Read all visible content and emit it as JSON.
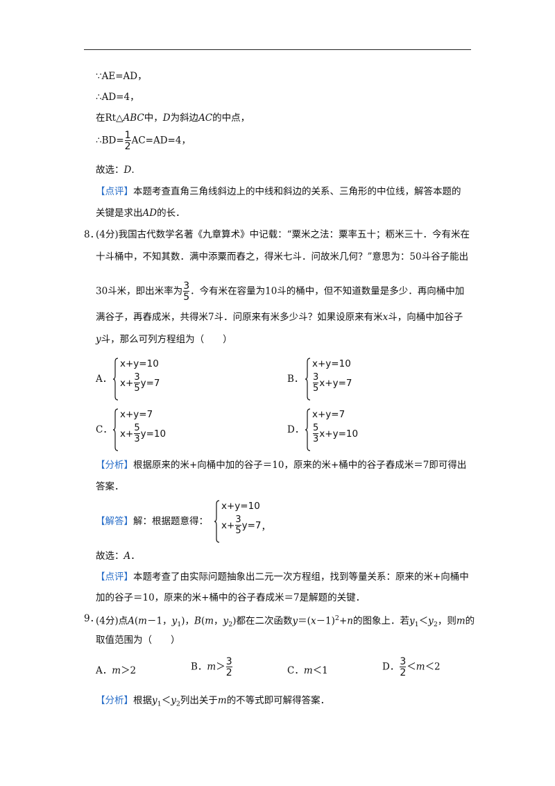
{
  "lines": {
    "l1": "∵AE=AD，",
    "l2": "∴AD=4，",
    "l3_a": "在Rt△",
    "l3_b": "ABC",
    "l3_c": "中，",
    "l3_d": "D",
    "l3_e": "为斜边",
    "l3_f": "AC",
    "l3_g": "的中点，",
    "l4_a": "∴BD=",
    "l4_num": "1",
    "l4_den": "2",
    "l4_b": "AC=AD=4，",
    "l5_a": "故选：",
    "l5_b": "D",
    "l5_c": ".",
    "l6_tag": "【点评】",
    "l6_text": "本题考查直角三角线斜边上的中线和斜边的关系、三角形的中位线，解答本题的",
    "l7_a": "关键是求出",
    "l7_b": "AD",
    "l7_c": "的长．"
  },
  "q8": {
    "number": "8．",
    "l1": "(4分)我国古代数学名著《九章算术》中记载：“粟米之法：粟率五十；粝米三十．今有米在",
    "l2": "十斗桶中，不知其数．满中添粟而舂之，得米七斗．问故米几何？”意思为：50斗谷子能出",
    "l3_a": "30斗米，即出米率为",
    "l3_num": "3",
    "l3_den": "5",
    "l3_b": "．今有米在容量为10斗的桶中，但不知道数量是多少．再向桶中加",
    "l4_a": "满谷子，再舂成米，共得米7斗．问原来有米多少斗？如果设原来有米",
    "l4_x": "x",
    "l4_b": "斗，向桶中加谷子",
    "l5_y": "y",
    "l5_b": "斗，那么可列方程组为（　　）",
    "options": {
      "A_label": "A．",
      "A_eq1": "x+y=10",
      "A_eq2_pre": "x+",
      "A_eq2_num": "3",
      "A_eq2_den": "5",
      "A_eq2_post": "y=7",
      "B_label": "B．",
      "B_eq1": "x+y=10",
      "B_eq2_num": "3",
      "B_eq2_den": "5",
      "B_eq2_post": "x+y=7",
      "C_label": "C．",
      "C_eq1": "x+y=7",
      "C_eq2_pre": "x+",
      "C_eq2_num": "5",
      "C_eq2_den": "3",
      "C_eq2_post": "y=10",
      "D_label": "D．",
      "D_eq1": "x+y=7",
      "D_eq2_num": "5",
      "D_eq2_den": "3",
      "D_eq2_post": "x+y=10"
    },
    "analysis_tag": "【分析】",
    "analysis_l1": "根据原来的米+向桶中加的谷子＝10，原来的米+桶中的谷子舂成米＝7即可得出",
    "analysis_l2": "答案．",
    "solution_tag": "【解答】",
    "solution_text": "解：根据题意得：",
    "sol_eq1": "x+y=10",
    "sol_eq2_pre": "x+",
    "sol_eq2_num": "3",
    "sol_eq2_den": "5",
    "sol_eq2_post": "y=7",
    "sol_tail": "，",
    "choice_a": "故选：",
    "choice_b": "A",
    "choice_c": "．",
    "comment_tag": "【点评】",
    "comment_l1": "本题考查了由实际问题抽象出二元一次方程组，找到等量关系：原来的米+向桶中",
    "comment_l2": "加的谷子＝10，原来的米+桶中的谷子舂成米＝7是解题的关键．"
  },
  "q9": {
    "number": "9．",
    "l1_a": "(4分)点",
    "l1_A": "A",
    "l1_b": "(",
    "l1_m1": "m",
    "l1_c": "－1，",
    "l1_y1": "y",
    "l1_sub1": "1",
    "l1_d": ")，",
    "l1_B": "B",
    "l1_e": "(",
    "l1_m2": "m",
    "l1_f": "，",
    "l1_y2": "y",
    "l1_sub2": "2",
    "l1_g": ")都在二次函数",
    "l1_y": "y",
    "l1_h": "＝(",
    "l1_x": "x",
    "l1_i": "－1)",
    "l1_sup": "2",
    "l1_j": "+",
    "l1_n": "n",
    "l1_k": "的图象上．若",
    "l1_y1b": "y",
    "l1_sub1b": "1",
    "l1_lt": "＜",
    "l1_y2b": "y",
    "l1_sub2b": "2",
    "l1_l": "，则",
    "l1_mb": "m",
    "l1_m_end": "的",
    "l2": "取值范围为（　　）",
    "A_label": "A．",
    "A_m": "m",
    "A_rest": "＞2",
    "B_label": "B．",
    "B_m": "m",
    "B_gt": "＞",
    "B_num": "3",
    "B_den": "2",
    "C_label": "C．",
    "C_m": "m",
    "C_rest": "＜1",
    "D_label": "D．",
    "D_num": "3",
    "D_den": "2",
    "D_lt": "＜",
    "D_m": "m",
    "D_rest": "＜2",
    "analysis_tag": "【分析】",
    "analysis_a": "根据",
    "analysis_y1": "y",
    "analysis_sub1": "1",
    "analysis_lt": "＜",
    "analysis_y2": "y",
    "analysis_sub2": "2",
    "analysis_b": "列出关于",
    "analysis_m": "m",
    "analysis_c": "的不等式即可解得答案．"
  },
  "colors": {
    "tag": "#2a6fc9",
    "text": "#111111"
  }
}
